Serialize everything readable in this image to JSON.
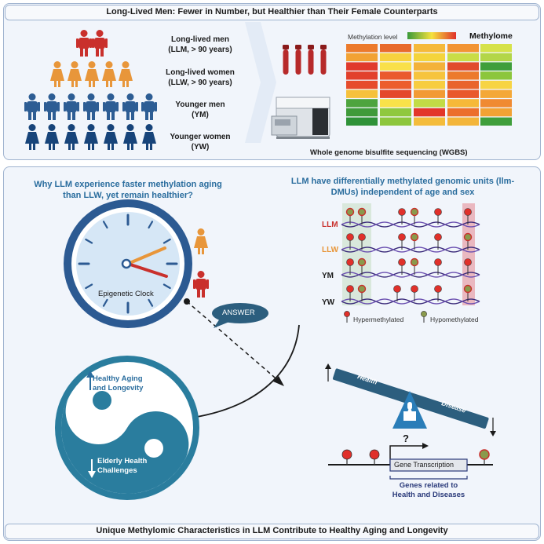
{
  "header_title": "Long-Lived Men: Fewer in Number, but Healthier than Their Female Counterparts",
  "footer_title": "Unique Methylomic Characteristics in LLM Contribute to Healthy Aging and Longevity",
  "groups": [
    {
      "line1": "Long-lived men",
      "line2": "(LLM, > 90 years)"
    },
    {
      "line1": "Long-lived women",
      "line2": "(LLW, > 90 years)"
    },
    {
      "line1": "Younger men",
      "line2": "(YM)"
    },
    {
      "line1": "Younger women",
      "line2": "(YW)"
    }
  ],
  "methylation_level_label": "Methylation level",
  "methylome_label": "Methylome",
  "wgbs_label": "Whole genome bisulfite sequencing (WGBS)",
  "question_left": "Why LLM experience faster methylation aging than LLW, yet remain healthier?",
  "question_right": "LLM have differentially methylated genomic units (llm-DMUs) independent of age and sex",
  "clock_label": "Epigenetic Clock",
  "answer_label": "ANSWER",
  "dna_rows": [
    "LLM",
    "LLW",
    "YM",
    "YW"
  ],
  "legend": {
    "hyper": "Hypermethylated",
    "hypo": "Hypomethylated"
  },
  "yin_top": "Healthy Aging and Longevity",
  "yin_bottom": "Elderly Health Challenges",
  "seesaw_health": "Health",
  "seesaw_disease": "Disease",
  "question_mark": "?",
  "gene_transcription": "Gene Transcription",
  "genes_related": "Genes related to Health and Diseases",
  "colors": {
    "man": "#2d5d94",
    "woman_young": "#17447a",
    "llm": "#c9302c",
    "llw": "#e8963a",
    "accent": "#2a6d9e",
    "hyper": "#e0302a",
    "hypo": "#8a9a4c"
  },
  "heatmap": [
    [
      "#ec7a2c",
      "#e86a2c",
      "#f5b93a",
      "#f29433",
      "#d6e24a"
    ],
    [
      "#f2a234",
      "#f7d23e",
      "#f4d43c",
      "#c9dd46",
      "#b3d648"
    ],
    [
      "#e03a2c",
      "#f9e04a",
      "#f3b23a",
      "#e14a2c",
      "#3f9e3b"
    ],
    [
      "#e2402c",
      "#ea5a2c",
      "#f6c43e",
      "#ec7a2c",
      "#8cc63c"
    ],
    [
      "#e64c2c",
      "#ec5e2c",
      "#f7cd40",
      "#e9642c",
      "#f7d443"
    ],
    [
      "#f6c13c",
      "#e4482c",
      "#f29a35",
      "#e9582c",
      "#f4a838"
    ],
    [
      "#4ea43e",
      "#f9e24a",
      "#c2dc46",
      "#f6b939",
      "#f08a32"
    ],
    [
      "#3f9a3a",
      "#8fc83e",
      "#e3362a",
      "#ec6e2c",
      "#f2a234"
    ],
    [
      "#2f9238",
      "#8dc63c",
      "#f4bc3b",
      "#f3b53a",
      "#3f9e3b"
    ]
  ]
}
